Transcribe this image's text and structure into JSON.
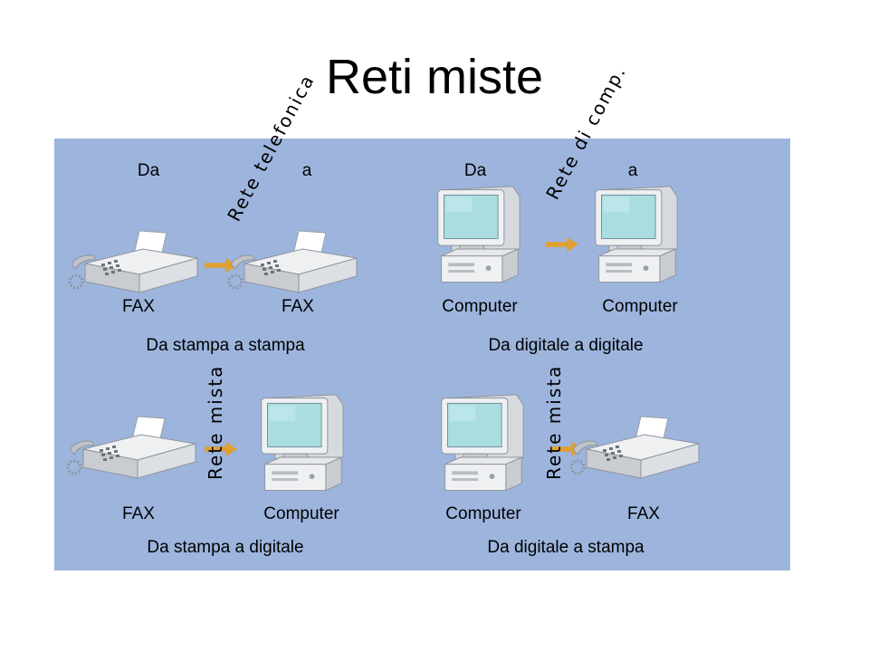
{
  "slide": {
    "title": "Reti miste"
  },
  "annotations": {
    "rete_telefonica": "Rete telefonica",
    "rete_di_comp": "Rete di comp.",
    "rete_mista_left": "Rete mista",
    "rete_mista_right": "Rete mista"
  },
  "quadrants": {
    "q1": {
      "from": "Da",
      "to": "a",
      "left_device": "FAX",
      "right_device": "FAX",
      "caption": "Da stampa a stampa"
    },
    "q2": {
      "from": "Da",
      "to": "a",
      "left_device": "Computer",
      "right_device": "Computer",
      "caption": "Da digitale a digitale"
    },
    "q3": {
      "left_device": "FAX",
      "right_device": "Computer",
      "caption": "Da stampa a digitale"
    },
    "q4": {
      "left_device": "Computer",
      "right_device": "FAX",
      "caption": "Da digitale a stampa"
    }
  },
  "colors": {
    "panel": "#9db5dd",
    "arrow": "#e0a030",
    "screen": "#a9dde0"
  }
}
